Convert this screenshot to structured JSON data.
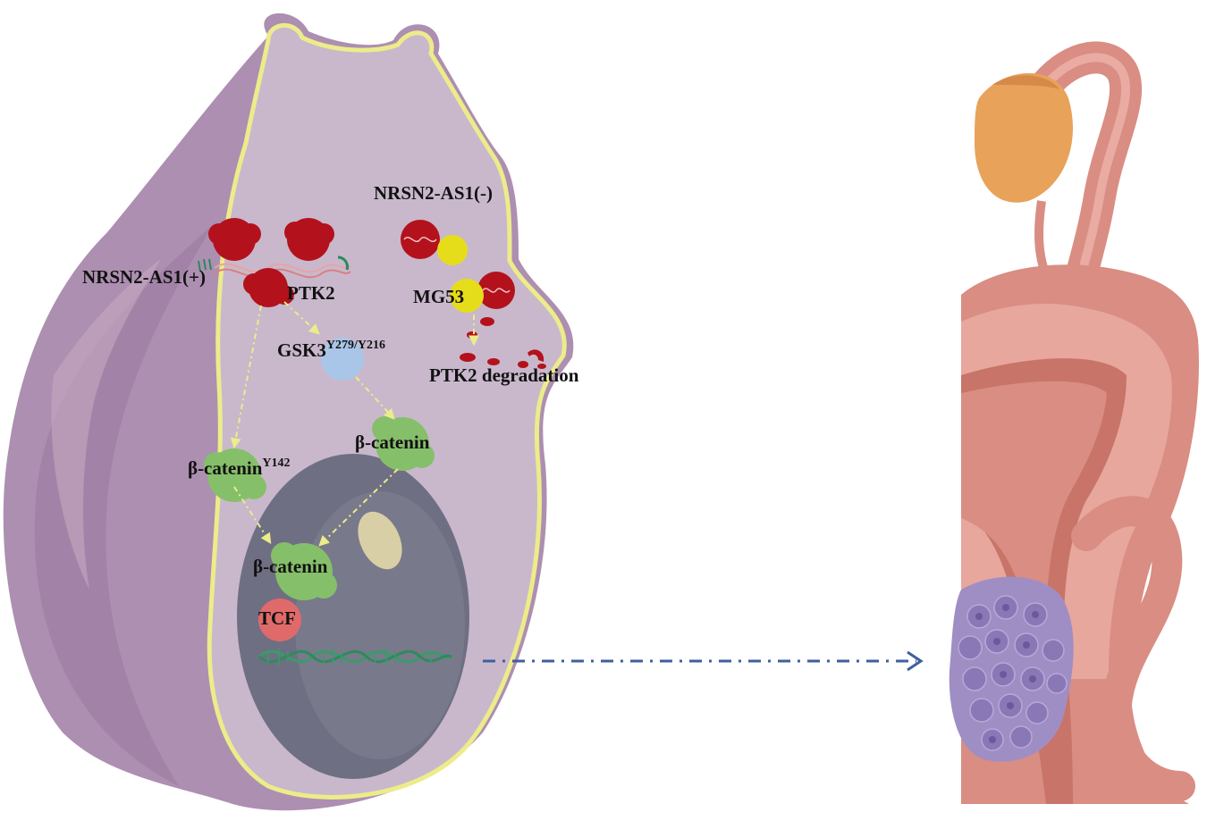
{
  "labels": {
    "nrsn_plus": "NRSN2-AS1(+)",
    "nrsn_minus": "NRSN2-AS1(-)",
    "ptk2": "PTK2",
    "mg53_prefix": "MG",
    "mg53_suffix": "53",
    "gsk3": "GSK3",
    "gsk3_sup": "Y279/Y216",
    "ptk2_degradation": "PTK2 degradation",
    "bcat_y142": "β-catenin",
    "bcat_y142_sup": "Y142",
    "bcat_right": "β-catenin",
    "bcat_nucleus": "β-catenin",
    "tcf": "TCF"
  },
  "colors": {
    "cell_body": "#ad8fb1",
    "cell_inner": "#c9b8cc",
    "membrane": "#ecec8a",
    "nucleus": "#6f6f83",
    "ptk2_protein": "#b3121c",
    "mg53": "#e6dd1a",
    "gsk3": "#a9c6e8",
    "beta_catenin": "#86bf6a",
    "tcf": "#e06a6a",
    "dna": "#3a9a6a",
    "arrow_pathway": "#ecec8a",
    "arrow_main": "#3f5f9e",
    "uterus": "#d98d83",
    "ovary": "#e8a25a",
    "tumor": "#9f8ec4"
  },
  "icons": [
    "ptk2-protein-icon",
    "mg53-protein-icon",
    "gsk3-protein-icon",
    "beta-catenin-icon",
    "tcf-icon",
    "dna-helix-icon",
    "mrna-strand-icon",
    "uterus-icon",
    "ovary-icon",
    "tumor-icon"
  ]
}
